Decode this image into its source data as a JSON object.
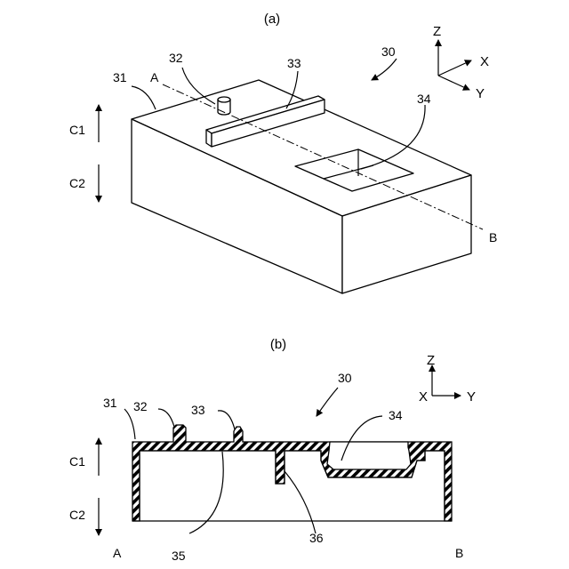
{
  "figure_a": {
    "caption": "(a)",
    "labels": {
      "assembly": "30",
      "body": "31",
      "pin": "32",
      "rib": "33",
      "recess": "34",
      "section_start": "A",
      "section_end": "B",
      "region_upper": "C1",
      "region_lower": "C2"
    },
    "axes": {
      "z": "Z",
      "x": "X",
      "y": "Y"
    }
  },
  "figure_b": {
    "caption": "(b)",
    "labels": {
      "assembly": "30",
      "body": "31",
      "pin": "32",
      "rib": "33",
      "recess": "34",
      "wall": "35",
      "partition": "36",
      "section_start": "A",
      "section_end": "B",
      "region_upper": "C1",
      "region_lower": "C2"
    },
    "axes": {
      "z": "Z",
      "x": "X",
      "y": "Y"
    }
  }
}
